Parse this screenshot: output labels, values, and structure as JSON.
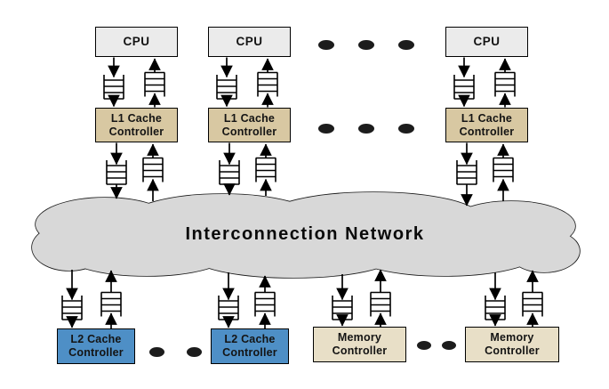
{
  "labels": {
    "cpu": "CPU",
    "l1_cache_line1": "L1 Cache",
    "l1_cache_line2": "Controller",
    "l2_cache_line1": "L2 Cache",
    "l2_cache_line2": "Controller",
    "memory_line1": "Memory",
    "memory_line2": "Controller",
    "network": "Interconnection Network"
  },
  "colors": {
    "cpu_fill": "#ebebeb",
    "l1_fill": "#d8c8a2",
    "l2_fill": "#4e8fc6",
    "memory_fill": "#e8dfc7",
    "cloud_fill": "#d8d8d8",
    "line": "#000000",
    "background": "#ffffff"
  },
  "structure": {
    "cpu_columns_visible": 3,
    "l2_cache_controllers_visible": 2,
    "memory_controllers_visible": 2,
    "ellipsis_indicates_more_units": true
  },
  "icons": {
    "queue": "fifo-queue-icon",
    "ellipsis_dot": "continuation-dot",
    "arrow": "flow-arrow"
  }
}
